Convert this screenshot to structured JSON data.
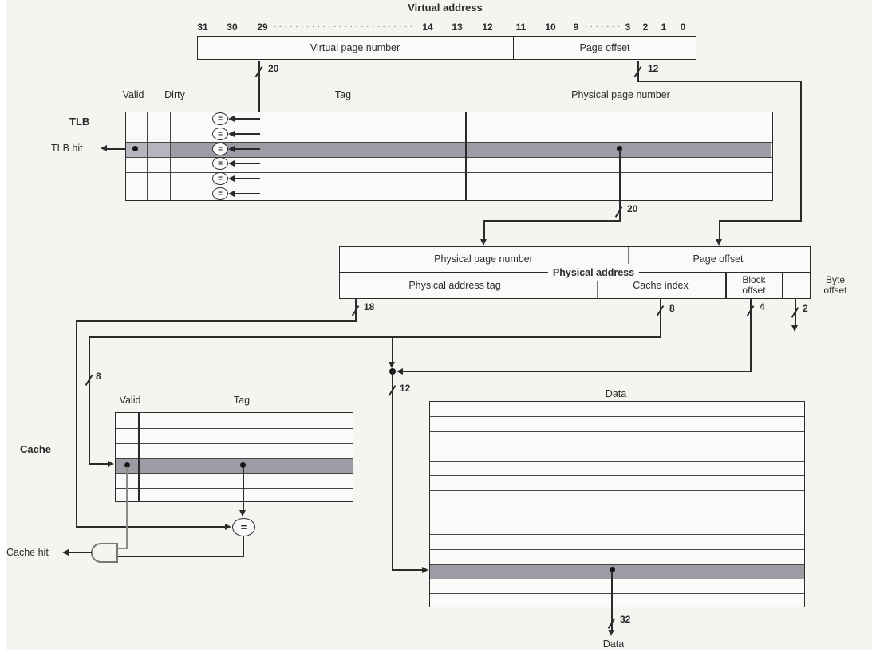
{
  "page": {
    "title": "Virtual address"
  },
  "virtual_address": {
    "bit_labels": [
      "31",
      "30",
      "29",
      "14",
      "13",
      "12",
      "11",
      "10",
      "9",
      "3",
      "2",
      "1",
      "0"
    ],
    "dots_long": "··························",
    "dots_short": "·······",
    "vpn_label": "Virtual page number",
    "page_offset_label": "Page offset",
    "vpn_width": "20",
    "page_offset_width": "12"
  },
  "tlb": {
    "label": "TLB",
    "hit_label": "TLB hit",
    "valid_header": "Valid",
    "dirty_header": "Dirty",
    "tag_header": "Tag",
    "ppn_header": "Physical page number",
    "comparator": "=",
    "ppn_width": "20",
    "num_rows": 6,
    "highlighted_row": 3
  },
  "physical_address": {
    "label": "Physical address",
    "ppn_label": "Physical page number",
    "page_offset_label": "Page offset",
    "tag_label": "Physical address tag",
    "cache_index_label": "Cache index",
    "block_offset_label": "Block offset",
    "byte_offset_label": "Byte offset",
    "tag_width": "18",
    "cache_index_width": "8",
    "block_offset_width": "4",
    "byte_offset_width": "2",
    "cache_index_bus_width": "8",
    "row_index_bus_width": "12"
  },
  "cache": {
    "label": "Cache",
    "hit_label": "Cache hit",
    "valid_header": "Valid",
    "tag_header": "Tag",
    "comparator": "=",
    "num_rows": 6,
    "highlighted_row": 4
  },
  "data_array": {
    "header": "Data",
    "output_width": "32",
    "output_label": "Data",
    "num_rows": 14,
    "highlighted_row": 12
  },
  "colors": {
    "highlight": "#9c9ca4",
    "highlight_light": "#b5b5bd",
    "line": "#2b2b2b",
    "gray_line": "#8a8a8a",
    "background": "#f3f5f1"
  }
}
